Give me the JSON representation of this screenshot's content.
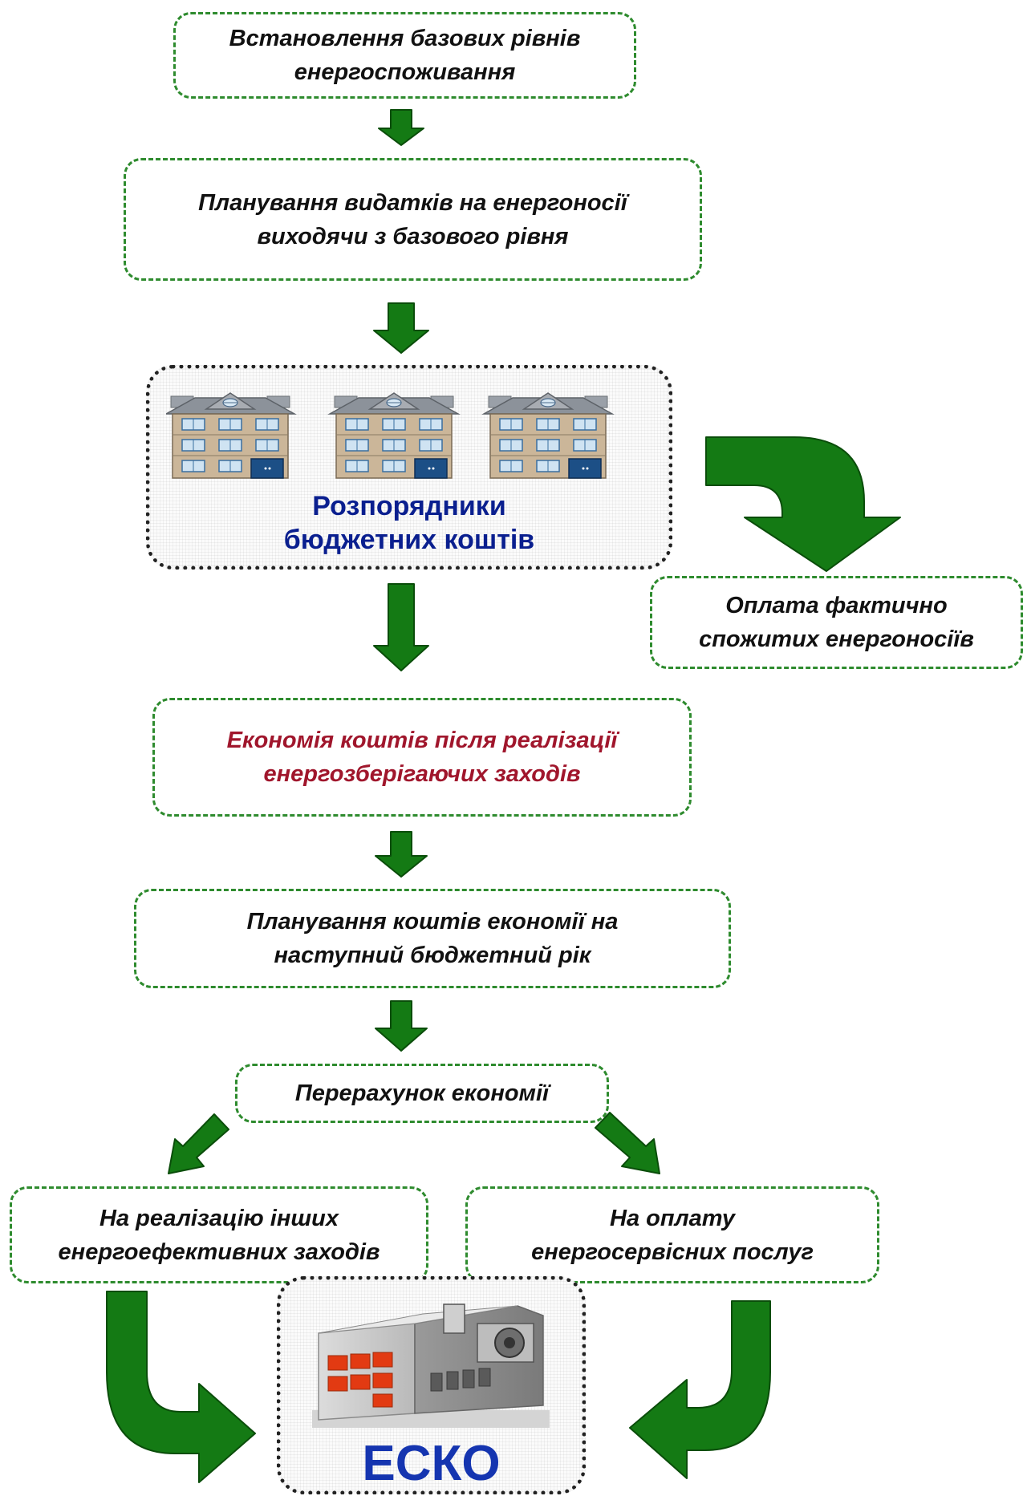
{
  "steps": {
    "baseline": [
      "Встановлення базових рівнів",
      "енергоспоживання"
    ],
    "planning": [
      "Планування видатків на енергоносії",
      "виходячи з базового рівня"
    ],
    "managers": [
      "Розпорядники",
      "бюджетних коштів"
    ],
    "payment": [
      "Оплата фактично",
      "спожитих енергоносіїв"
    ],
    "savings": [
      "Економія коштів після реалізації",
      "енергозберігаючих заходів"
    ],
    "planning_savings": [
      "Планування коштів економії на",
      "наступний бюджетний рік"
    ],
    "recalc": [
      "Перерахунок економії"
    ],
    "other_measures": [
      "На реалізацію інших",
      "енергоефективних заходів"
    ],
    "esco_services": [
      "На оплату",
      "енергосервісних послуг"
    ],
    "esco": "ЕСКО"
  },
  "colors": {
    "arrow_green": "#147a14",
    "border_green": "#2e8b2e",
    "savings_text": "#a0162c",
    "managers_text": "#0a1f8f",
    "esco_text": "#1535b0"
  },
  "icons": {
    "managers": [
      "building-icon",
      "building-icon",
      "building-icon"
    ],
    "esco": "factory-building-icon"
  }
}
